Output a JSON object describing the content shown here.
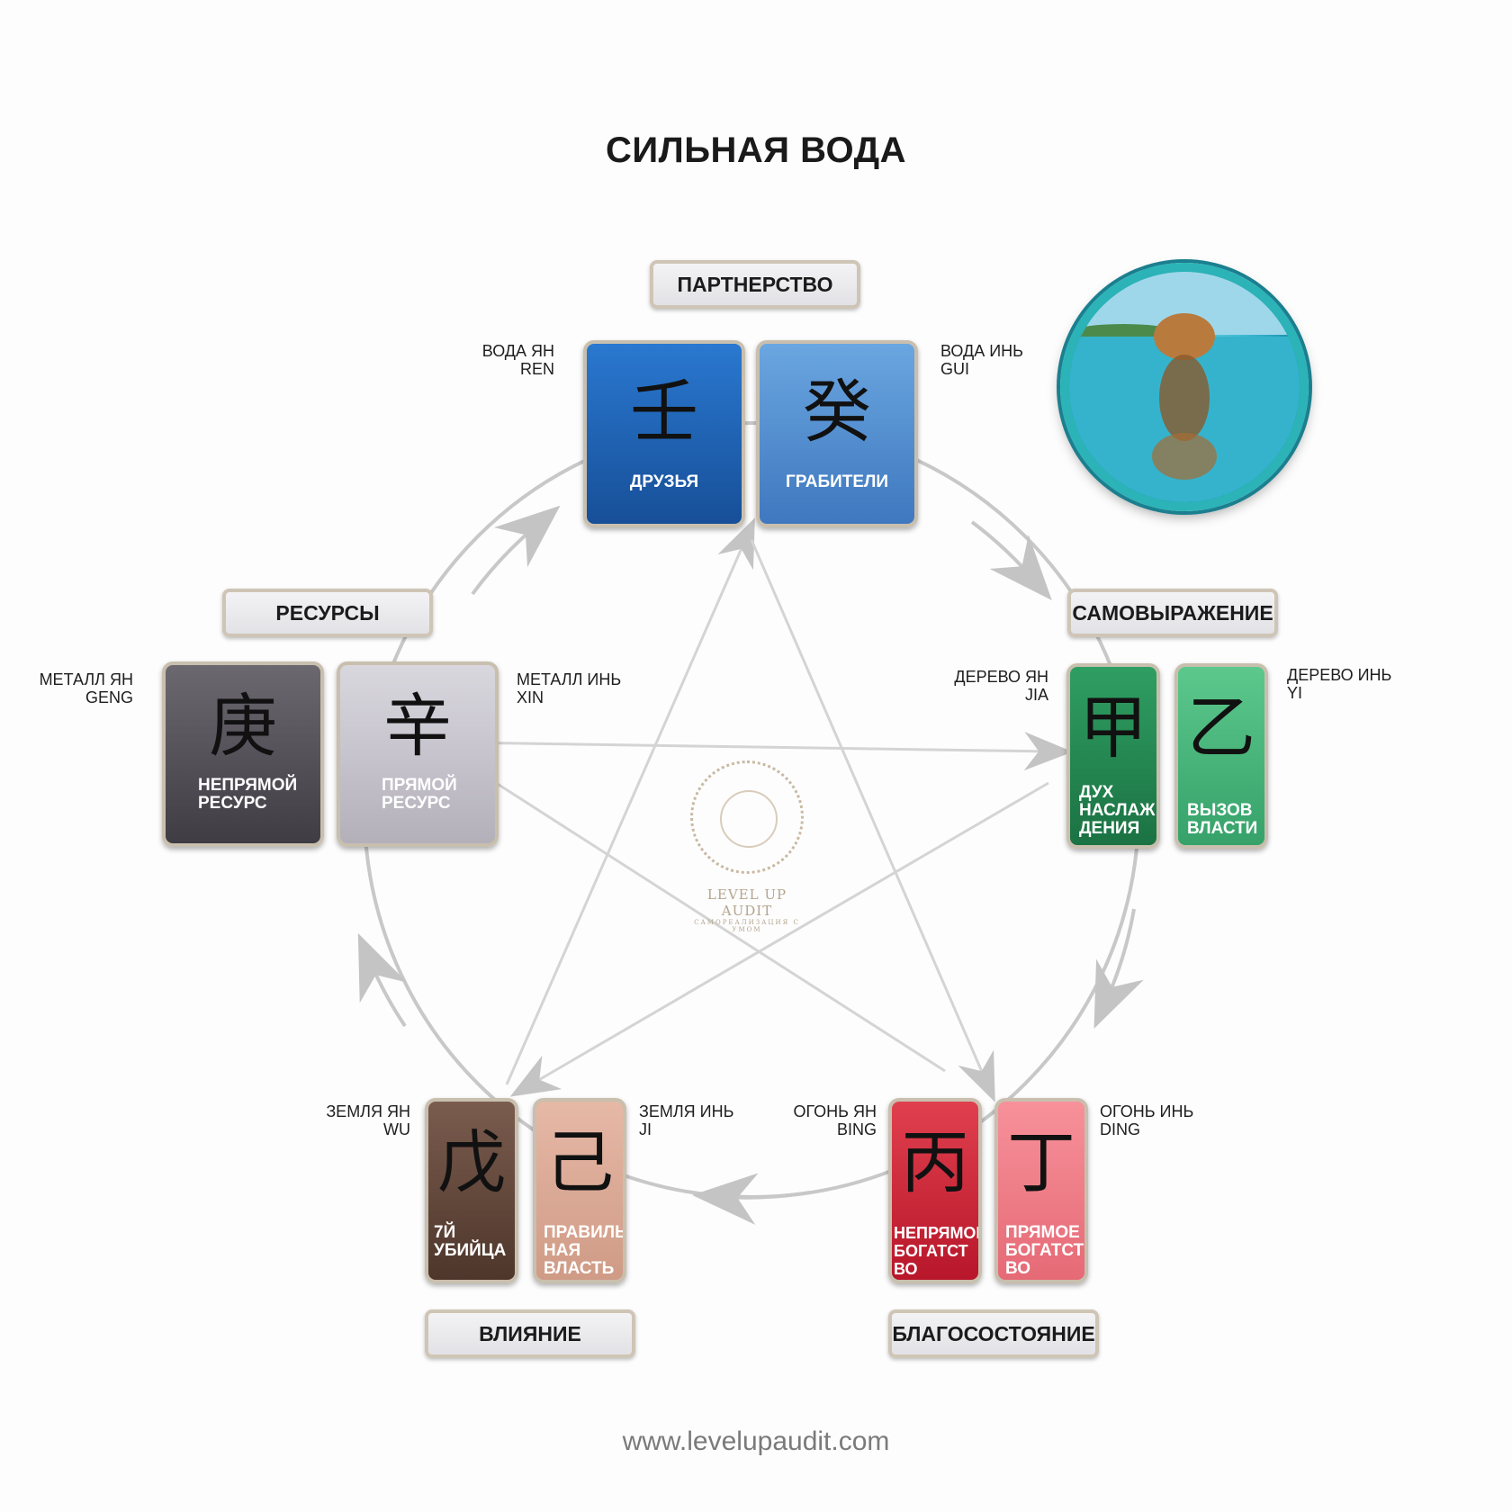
{
  "title": "СИЛЬНАЯ ВОДА",
  "footer_url": "www.levelupaudit.com",
  "logo": {
    "name": "LEVEL UP AUDIT",
    "tagline": "САМОРЕАЛИЗАЦИЯ С УМОМ"
  },
  "photo": {
    "subject": "tiger swimming in turquoise water"
  },
  "groups": {
    "partnership": "ПАРТНЕРСТВО",
    "self_expression": "САМОВЫРАЖЕНИЕ",
    "resources": "РЕСУРСЫ",
    "influence": "ВЛИЯНИЕ",
    "wealth": "БЛАГОСОСТОЯНИЕ"
  },
  "elements": {
    "ren": {
      "glyph": "壬",
      "caption": "ДРУЗЬЯ",
      "label": "ВОДА ЯН\nREN",
      "color_top": "#2a78d0",
      "color_bottom": "#174f98",
      "glyph_color": "#111111"
    },
    "gui": {
      "glyph": "癸",
      "caption": "ГРАБИТЕЛИ",
      "label": "ВОДА ИНЬ\nGUI",
      "color_top": "#6aa6e0",
      "color_bottom": "#3f78bf",
      "glyph_color": "#111111"
    },
    "jia": {
      "glyph": "甲",
      "caption": "ДУХ\nНАСЛАЖ\nДЕНИЯ",
      "label": "ДЕРЕВО ЯН\nJIA",
      "color_top": "#2f9e62",
      "color_bottom": "#1b7243",
      "glyph_color": "#111111"
    },
    "yi": {
      "glyph": "乙",
      "caption": "ВЫЗОВ\nВЛАСТИ",
      "label": "ДЕРЕВО ИНЬ\nYI",
      "color_top": "#5cc88c",
      "color_bottom": "#36a26a",
      "glyph_color": "#111111"
    },
    "bing": {
      "glyph": "丙",
      "caption": "НЕПРЯМОЕ\nБОГАТСТ\nВО",
      "label": "ОГОНЬ ЯН\nBING",
      "color_top": "#e0404e",
      "color_bottom": "#b8162a",
      "glyph_color": "#111111"
    },
    "ding": {
      "glyph": "丁",
      "caption": "ПРЯМОЕ\nБОГАТСТ\nВО",
      "label": "ОГОНЬ ИНЬ\nDING",
      "color_top": "#f7919a",
      "color_bottom": "#e56a76",
      "glyph_color": "#111111"
    },
    "wu": {
      "glyph": "戊",
      "caption": "7Й\nУБИЙЦА",
      "label": "ЗЕМЛЯ ЯН\nWU",
      "color_top": "#7a5c4e",
      "color_bottom": "#4e362b",
      "glyph_color": "#111111"
    },
    "ji": {
      "glyph": "己",
      "caption": "ПРАВИЛЬ\nНАЯ\nВЛАСТЬ",
      "label": "ЗЕМЛЯ ИНЬ\nJI",
      "color_top": "#e6b8a6",
      "color_bottom": "#cf9b86",
      "glyph_color": "#111111"
    },
    "geng": {
      "glyph": "庚",
      "caption": "НЕПРЯМОЙ\nРЕСУРС",
      "label": "МЕТАЛЛ ЯН\nGENG",
      "color_top": "#6b6870",
      "color_bottom": "#3f3c44",
      "glyph_color": "#111111"
    },
    "xin": {
      "glyph": "辛",
      "caption": "ПРЯМОЙ\nРЕСУРС",
      "label": "МЕТАЛЛ ИНЬ\nXIN",
      "color_top": "#d9d7de",
      "color_bottom": "#b3b0ba",
      "glyph_color": "#111111"
    }
  },
  "colors": {
    "cycle_line": "#c8c8c8",
    "control_line": "#d4d4d4"
  }
}
